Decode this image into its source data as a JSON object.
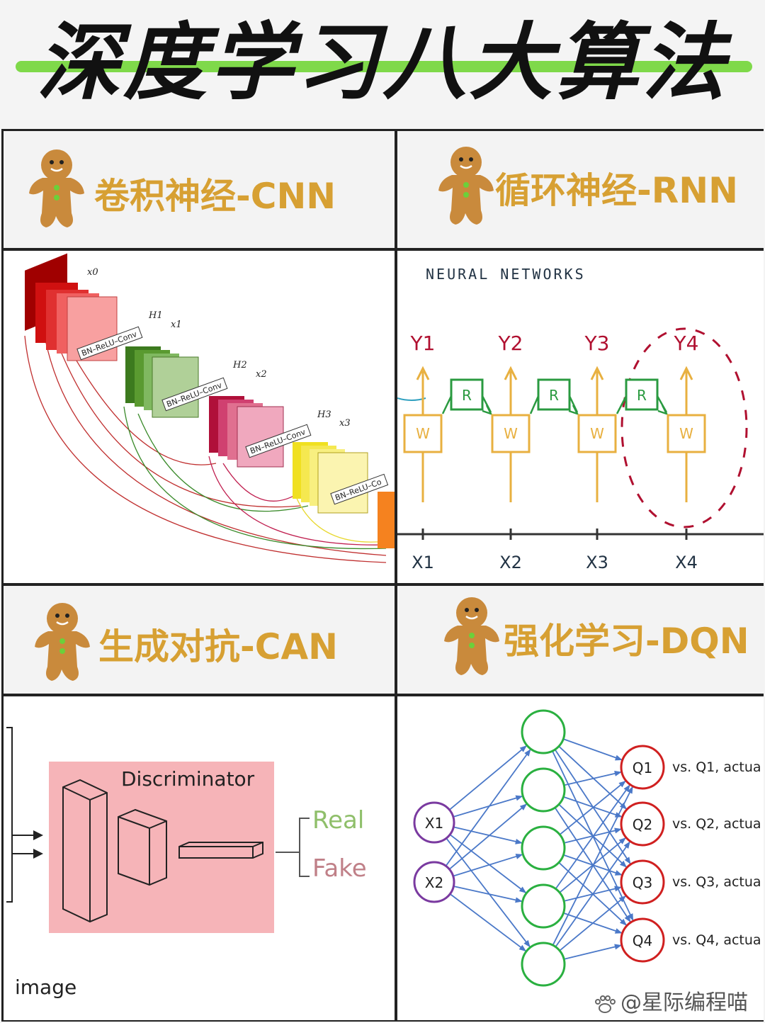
{
  "title": "深度学习八大算法",
  "cards": [
    {
      "label": "卷积神经-CNN"
    },
    {
      "label": "循环神经-RNN"
    },
    {
      "label": "生成对抗-CAN"
    },
    {
      "label": "强化学习-DQN"
    }
  ],
  "cnn": {
    "layer_labels": [
      "x0",
      "H1",
      "x1",
      "H2",
      "x2",
      "H3",
      "x3"
    ],
    "block_label": "BN–ReLU–Conv",
    "block_label_cut": "BN–ReLU–Co",
    "colors": [
      "#c8102e",
      "#3c8a1e",
      "#c01640",
      "#f2e33a",
      "#f5821f"
    ]
  },
  "rnn": {
    "heading": "NEURAL NETWORKS",
    "outputs": [
      "Y1",
      "Y2",
      "Y3",
      "Y4"
    ],
    "inputs": [
      "X1",
      "X2",
      "X3",
      "X4"
    ],
    "weight_label": "W",
    "recurrent_label": "R"
  },
  "gan": {
    "discriminator": "Discriminator",
    "real": "Real",
    "fake": "Fake",
    "image": "image"
  },
  "dqn": {
    "inputs": [
      "X1",
      "X2"
    ],
    "outputs": [
      "Q1",
      "Q2",
      "Q3",
      "Q4"
    ],
    "compare": [
      "vs. Q1, actua",
      "vs. Q2, actua",
      "vs. Q3, actua",
      "vs. Q4, actua"
    ]
  },
  "watermark": "@星际编程喵"
}
